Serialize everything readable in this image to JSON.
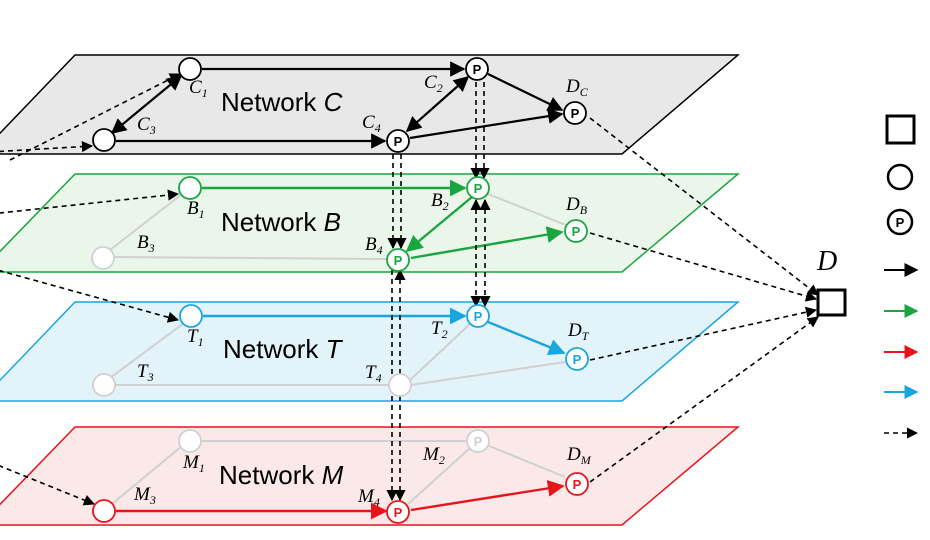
{
  "networks": {
    "C": {
      "title_prefix": "Network",
      "title_letter": "C",
      "nodes": {
        "C1": {
          "letter": "C",
          "sub": "1"
        },
        "C2": {
          "letter": "C",
          "sub": "2",
          "mark": "P"
        },
        "C3": {
          "letter": "C",
          "sub": "3"
        },
        "C4": {
          "letter": "C",
          "sub": "4",
          "mark": "P"
        },
        "DC": {
          "letter": "D",
          "sub": "C",
          "mark": "P"
        }
      }
    },
    "B": {
      "title_prefix": "Network",
      "title_letter": "B",
      "nodes": {
        "B1": {
          "letter": "B",
          "sub": "1"
        },
        "B2": {
          "letter": "B",
          "sub": "2",
          "mark": "P"
        },
        "B3": {
          "letter": "B",
          "sub": "3"
        },
        "B4": {
          "letter": "B",
          "sub": "4",
          "mark": "P"
        },
        "DB": {
          "letter": "D",
          "sub": "B",
          "mark": "P"
        }
      }
    },
    "T": {
      "title_prefix": "Network",
      "title_letter": "T",
      "nodes": {
        "T1": {
          "letter": "T",
          "sub": "1"
        },
        "T2": {
          "letter": "T",
          "sub": "2",
          "mark": "P"
        },
        "T3": {
          "letter": "T",
          "sub": "3"
        },
        "T4": {
          "letter": "T",
          "sub": "4"
        },
        "DT": {
          "letter": "D",
          "sub": "T",
          "mark": "P"
        }
      }
    },
    "M": {
      "title_prefix": "Network",
      "title_letter": "M",
      "nodes": {
        "M1": {
          "letter": "M",
          "sub": "1"
        },
        "M2": {
          "letter": "M",
          "sub": "2",
          "mark": "P"
        },
        "M3": {
          "letter": "M",
          "sub": "3"
        },
        "M4": {
          "letter": "M",
          "sub": "4",
          "mark": "P"
        },
        "DM": {
          "letter": "D",
          "sub": "M",
          "mark": "P"
        }
      }
    }
  },
  "destination": {
    "label": "D"
  },
  "legend": {
    "p_mark": "P"
  },
  "colors": {
    "network_C_fill": "#e8e8e8",
    "network_C_stroke": "#000000",
    "network_B_fill": "#eaf6ea",
    "network_B_stroke": "#1aa541",
    "network_T_fill": "#e3f3fa",
    "network_T_stroke": "#18a6df",
    "network_M_fill": "#fbe8e8",
    "network_M_stroke": "#e8141b",
    "inactive_edge": "#d9d9d9",
    "dashed": "#000000"
  }
}
